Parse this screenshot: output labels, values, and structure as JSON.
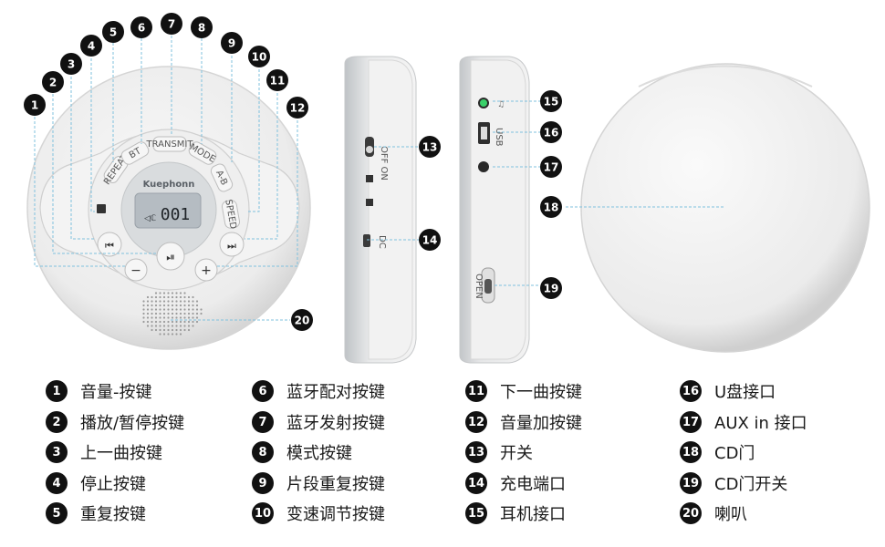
{
  "device": {
    "brand": "Kuephonn",
    "lcd_readout": "001",
    "buttons": [
      "REPEAT",
      "BT",
      "TRANSMIT",
      "MODE",
      "A-B",
      "SPEED"
    ],
    "side_labels": {
      "on_off": "OFF ON",
      "dc": "DC",
      "usb": "USB",
      "open": "OPEN"
    }
  },
  "callouts": [
    {
      "n": "1"
    },
    {
      "n": "2"
    },
    {
      "n": "3"
    },
    {
      "n": "4"
    },
    {
      "n": "5"
    },
    {
      "n": "6"
    },
    {
      "n": "7"
    },
    {
      "n": "8"
    },
    {
      "n": "9"
    },
    {
      "n": "10"
    },
    {
      "n": "11"
    },
    {
      "n": "12"
    },
    {
      "n": "13"
    },
    {
      "n": "14"
    },
    {
      "n": "15"
    },
    {
      "n": "16"
    },
    {
      "n": "17"
    },
    {
      "n": "18"
    },
    {
      "n": "19"
    },
    {
      "n": "20"
    }
  ],
  "legend": [
    {
      "n": "1",
      "label": "音量-按键"
    },
    {
      "n": "2",
      "label": "播放/暂停按键"
    },
    {
      "n": "3",
      "label": "上一曲按键"
    },
    {
      "n": "4",
      "label": "停止按键"
    },
    {
      "n": "5",
      "label": "重复按键"
    },
    {
      "n": "6",
      "label": "蓝牙配对按键"
    },
    {
      "n": "7",
      "label": "蓝牙发射按键"
    },
    {
      "n": "8",
      "label": "模式按键"
    },
    {
      "n": "9",
      "label": "片段重复按键"
    },
    {
      "n": "10",
      "label": "变速调节按键"
    },
    {
      "n": "11",
      "label": "下一曲按键"
    },
    {
      "n": "12",
      "label": "音量加按键"
    },
    {
      "n": "13",
      "label": "开关"
    },
    {
      "n": "14",
      "label": "充电端口"
    },
    {
      "n": "15",
      "label": "耳机接口"
    },
    {
      "n": "16",
      "label": "U盘接口"
    },
    {
      "n": "17",
      "label": "AUX in 接口"
    },
    {
      "n": "18",
      "label": "CD门"
    },
    {
      "n": "19",
      "label": "CD门开关"
    },
    {
      "n": "20",
      "label": "喇叭"
    }
  ],
  "colors": {
    "badge": "#111111",
    "leader": "#7fc1de",
    "body": "#ececec",
    "body_edge": "#d2d2d2",
    "lcd": "#b5bcc2"
  }
}
